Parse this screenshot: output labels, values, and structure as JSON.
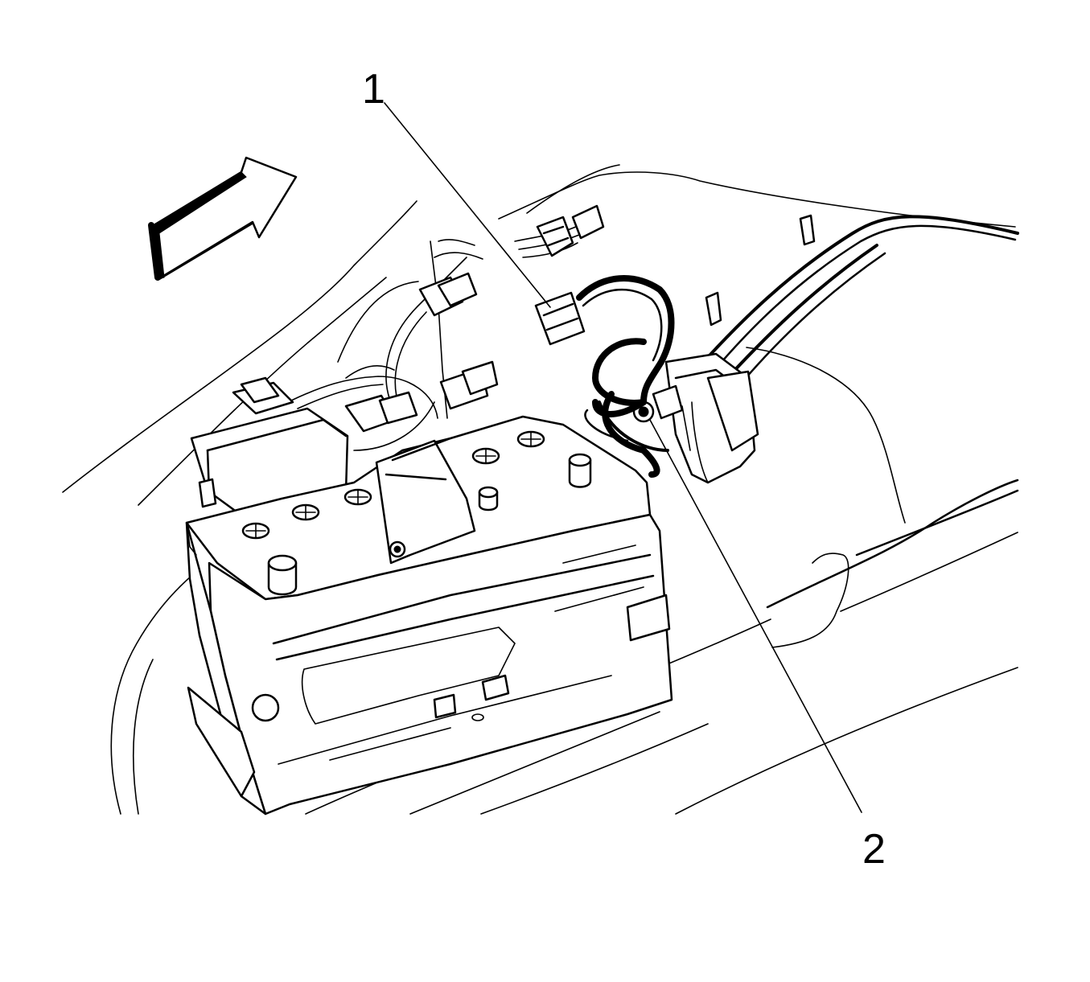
{
  "callouts": [
    {
      "id": "callout-1",
      "label": "1"
    },
    {
      "id": "callout-2",
      "label": "2"
    }
  ],
  "icons": {
    "direction_arrow": "forward-direction-arrow-icon"
  },
  "colors": {
    "line": "#000000",
    "background": "#ffffff"
  }
}
